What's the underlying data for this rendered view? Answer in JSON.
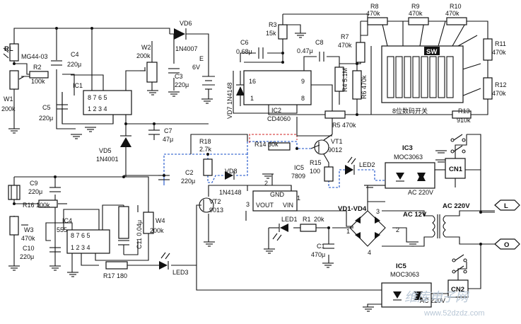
{
  "components": {
    "rl": "RL",
    "mg": "MG44-03",
    "r2": "R2",
    "r2v": "100k",
    "w1": "W1",
    "w1v": "200k",
    "c4": "C4",
    "c4v": "220μ",
    "c5": "C5",
    "c5v": "220μ",
    "ic1": "IC1",
    "ic1_pins_top": "8 7 6 5",
    "ic1_pins_bot": "1 2 3 4",
    "w2": "W2",
    "w2v": "200k",
    "vd6": "VD6",
    "vd6v": "1N4007",
    "c3": "C3",
    "c3v": "220μ",
    "e": "E",
    "ev": "6V",
    "vd5": "VD5",
    "vd5v": "1N4001",
    "c7": "C7",
    "c7v": "47μ",
    "r3": "R3",
    "r3v": "15k",
    "c6": "C6",
    "c6v": "0.68μ",
    "vd7": "VD7 1N4148",
    "ic2": "IC2",
    "ic2v": "CD4060",
    "ic2_p16": "16",
    "ic2_p1": "1",
    "ic2_p9": "9",
    "ic2_p8": "8",
    "c8": "C8",
    "c8v": "0.47μ",
    "r4": "R4 5.1M",
    "r7": "R7",
    "r7v": "470k",
    "r6": "R6 470k",
    "r5": "R5 470k",
    "r8": "R8",
    "r8v": "470k",
    "r9": "R9",
    "r9v": "470k",
    "r10": "R10",
    "r10v": "470k",
    "r11": "R11",
    "r11v": "470k",
    "r12": "R12",
    "r12v": "470k",
    "r13": "R13",
    "r13v": "910k",
    "sw": "SW",
    "sw_caption": "8位数码开关",
    "r18": "R18",
    "r18v": "2.7k",
    "r14": "R14 30k",
    "vt1": "VT1",
    "vt1v": "9012",
    "c2": "C2",
    "c2v": "220μ",
    "vd8": "VD8",
    "vd8v": "1N4148",
    "ic5": "IC5",
    "ic5v": "7809",
    "r15": "R15",
    "r15v": "100",
    "led2": "LED2",
    "ic3": "IC3",
    "ic3v": "MOC3063",
    "cn1": "CN1",
    "ac1": "AC 220V",
    "vt2": "VT2",
    "vt2v": "9013",
    "gnd": "GND",
    "vout": "VOUT",
    "vin": "VIN",
    "pin1": "1",
    "pin2": "2",
    "pin3": "3",
    "c9": "C9",
    "c9v": "220μ",
    "r16": "R16 100k",
    "w3": "W3",
    "w3v": "470k",
    "ic4": "IC4",
    "ic4v": "555",
    "ic4_pins_top": "8 7 6 5",
    "ic4_pins_bot": "1 2 3 4",
    "c10": "C10",
    "c10v": "220μ",
    "c11": "C11 0.04μ",
    "w4": "W4",
    "w4v": "200k",
    "r17": "R17 180",
    "led3": "LED3",
    "led1": "LED1",
    "r1": "R1",
    "r1v": "20k",
    "c1": "C1",
    "c1v": "470μ",
    "vd14": "VD1-VD4",
    "b1": "1",
    "b2": "2",
    "b3": "3",
    "b4": "4",
    "ac12": "AC 12V",
    "ac220": "AC 220V",
    "l": "L",
    "o": "O",
    "ic5b": "IC5",
    "ic5bv": "MOC3063",
    "cn2": "CN2",
    "ac2": "AC 220V"
  },
  "watermark": {
    "cn": "维库电子网",
    "url": "www.52dzdz.com"
  }
}
